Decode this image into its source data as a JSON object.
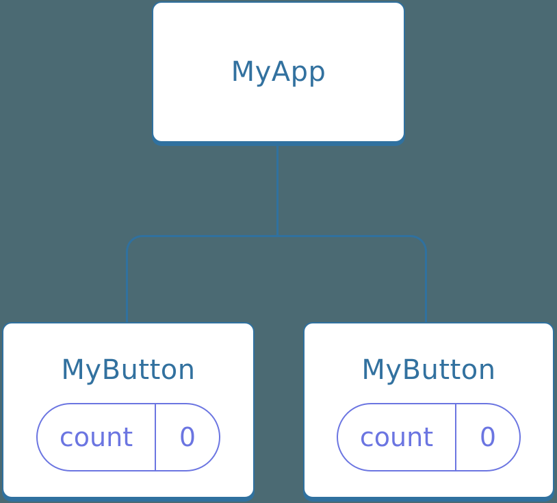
{
  "colors": {
    "background": "#4b6a73",
    "accent-blue": "#30719f",
    "node-text": "#32719f",
    "accent-purple": "#6b75e1",
    "card-bg": "#ffffff"
  },
  "tree": {
    "root": {
      "label": "MyApp"
    },
    "children": [
      {
        "label": "MyButton",
        "state": {
          "name": "count",
          "value": "0"
        }
      },
      {
        "label": "MyButton",
        "state": {
          "name": "count",
          "value": "0"
        }
      }
    ]
  }
}
